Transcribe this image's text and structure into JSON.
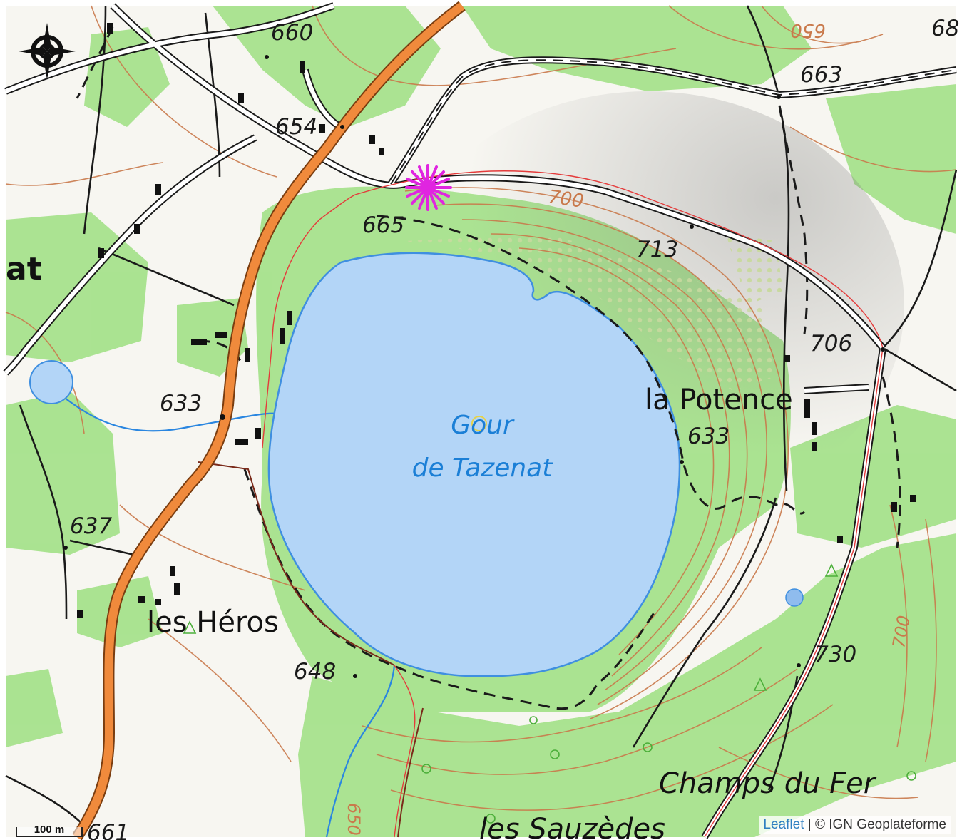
{
  "map": {
    "lake_name_line1": "Gour",
    "lake_name_line2": "de Tazenat",
    "places": {
      "la_potence": "la Potence",
      "les_heros": "les Héros",
      "champs_du_fer": "Champs du Fer",
      "les_sauzedes": "les Sauzèdes",
      "partial_at": "at"
    },
    "elevations": {
      "e660": "660",
      "e654": "654",
      "e663": "663",
      "e665": "665",
      "e713": "713",
      "e706": "706",
      "e633_west": "633",
      "e633_east": "633",
      "e637": "637",
      "e648": "648",
      "e730": "730",
      "e661": "661",
      "c700": "700",
      "c650_top": "650",
      "c650_bottom": "650",
      "c700_east": "700",
      "e68": "68"
    },
    "colors": {
      "lake": "#b3d5f7",
      "lake_edge": "#3f8fe0",
      "forest": "#9fe083",
      "contour": "#c9794b",
      "road_main": "#f08a3c",
      "marker": "#e025e0"
    }
  },
  "controls": {
    "compass_label": "compass-icon",
    "scale_label": "100 m"
  },
  "attribution": {
    "link": "Leaflet",
    "separator": " | ",
    "text": "© IGN Geoplateforme"
  }
}
